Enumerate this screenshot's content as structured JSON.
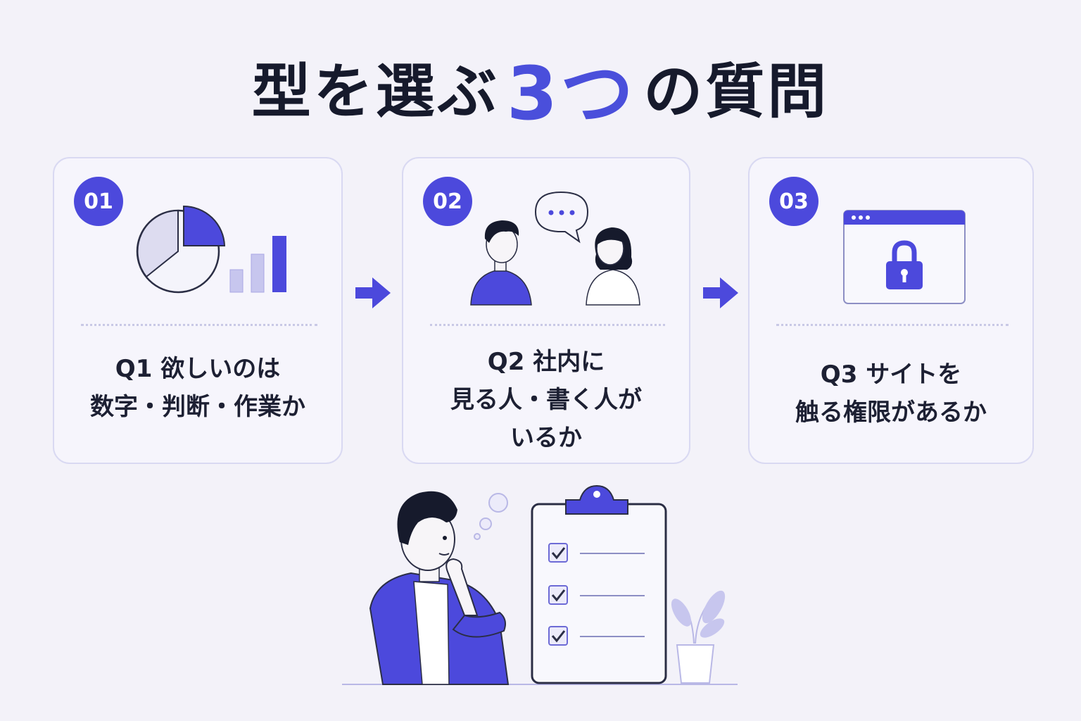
{
  "title": {
    "prefix": "型を選ぶ",
    "accent": "3つ",
    "suffix": "の質問"
  },
  "colors": {
    "accent": "#4a4fdb",
    "badge": "#4c49dc",
    "text": "#161a2c",
    "card_border": "#d9d9f2",
    "background": "#f3f2f9"
  },
  "cards": [
    {
      "badge": "01",
      "icon": "pie-and-bar-chart-icon",
      "lines": [
        "Q1 欲しいのは",
        "数字・判断・作業か"
      ]
    },
    {
      "badge": "02",
      "icon": "two-people-talking-icon",
      "lines": [
        "Q2 社内に",
        "見る人・書く人が",
        "いるか"
      ]
    },
    {
      "badge": "03",
      "icon": "browser-lock-icon",
      "lines": [
        "Q3 サイトを",
        "触る権限があるか"
      ]
    }
  ],
  "flow_arrows": [
    "arrow-right-icon",
    "arrow-right-icon"
  ],
  "bottom_illustration": [
    "thinking-man-icon",
    "checklist-clipboard-icon",
    "plant-pot-icon"
  ]
}
